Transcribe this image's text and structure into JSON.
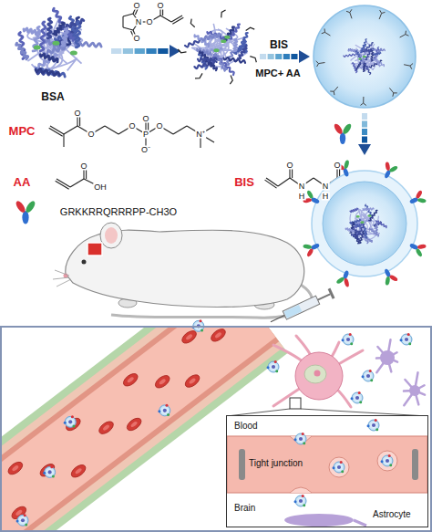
{
  "diagram": {
    "nodes": [
      {
        "text": [
          "Blood",
          "Tight junction",
          "Brain",
          "Astrocyte"
        ]
      }
    ],
    "labels": [
      "BSA",
      "O",
      "N",
      "O",
      "O",
      "O",
      "BIS",
      "MPC+ AA",
      "MPC",
      "O",
      "O",
      "O",
      "O",
      "P",
      "O⁻",
      "O",
      "N⁺",
      "AA",
      "O",
      "OH",
      "BIS",
      "O",
      "N",
      "H",
      "N",
      "H",
      "O",
      "GRKKRRQRRRPP-CH3O"
    ]
  }
}
